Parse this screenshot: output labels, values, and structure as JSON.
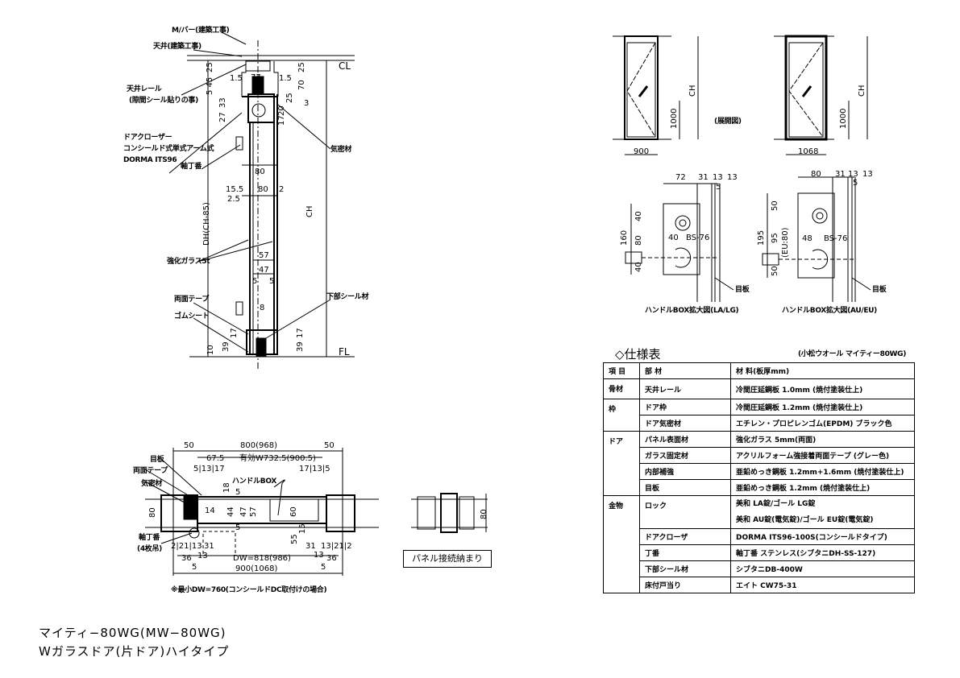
{
  "title": {
    "line1": "マイティ−80WG(MW−80WG)",
    "line2": "Wガラスドア(片ドア)ハイタイプ"
  },
  "section": {
    "mbar": "M/バー(建築工事)",
    "ceiling": "天井(建築工事)",
    "rail": "天井レール",
    "rail_note": "(隙間シール貼りの事)",
    "closer": "ドアクローザー",
    "closer_type": "コンシールド式単式アーム式",
    "closer_model": "DORMA ITS96",
    "hinge": "軸丁番",
    "seal": "気密材",
    "glass": "強化ガラス5t",
    "tape": "両面テープ",
    "rubber": "ゴムシート",
    "bottom_seal": "下部シール材",
    "cl": "CL",
    "fl": "FL",
    "ch": "CH",
    "dh": "DH(CH-85)",
    "dims": [
      "25",
      "25",
      "1.5",
      "77",
      "1.5",
      "70",
      "5 45",
      "25",
      "33",
      "27",
      "20",
      "17",
      "3",
      "80",
      "15.5",
      "80",
      "2",
      "2.5",
      "57",
      "47",
      "5",
      "5",
      "8",
      "17",
      "39",
      "10",
      "17",
      "39"
    ]
  },
  "plan": {
    "plate": "目板",
    "tape": "両面テープ",
    "seal": "気密材",
    "handle_box": "ハンドルBOX",
    "hinge": "軸丁番",
    "hinge_note": "(4枚吊)",
    "w_total": "800(968)",
    "w_side_l": "50",
    "w_side_r": "50",
    "w_675": "67.5",
    "w_eff": "有効W732.5(900.5)",
    "d_l": "5|13|17",
    "d_r": "17|13|5",
    "d_18": "18",
    "d_80": "80",
    "d_14": "14",
    "d_44": "44",
    "d_47": "47",
    "d_57": "57",
    "d_60": "60",
    "d_5a": "5",
    "d_5b": "5",
    "d_55": "55",
    "d_15": "15",
    "d_b_l": "2|21|13",
    "d_31l": "31",
    "d_31r": "31",
    "d_b_r": "13|21|2",
    "d_36l": "36",
    "d_13l": "13",
    "dw": "DW=818(986)",
    "d_13r": "13",
    "d_36r": "36",
    "d_5l": "5",
    "d_5r": "5",
    "w_outer": "900(1068)",
    "note": "※最小DW=760(コンシールドDC取付けの場合)"
  },
  "joint": {
    "label": "パネル接続納まり",
    "d_80": "80"
  },
  "elevation": {
    "caption": "(展開図)",
    "left_width": "900",
    "right_width": "1068",
    "ch": "CH",
    "handle_h": "1000"
  },
  "handle_box": {
    "la": {
      "caption": "ハンドルBOX拡大図(LA/LG)",
      "d": [
        "72",
        "31",
        "13",
        "13",
        "5",
        "40",
        "80",
        "40",
        "160",
        "40",
        "BS-76"
      ],
      "plate": "目板"
    },
    "au": {
      "caption": "ハンドルBOX拡大図(AU/EU)",
      "d": [
        "80",
        "31",
        "13",
        "13",
        "5",
        "50",
        "95",
        "50",
        "195",
        "(EU:80)",
        "48",
        "BS-76"
      ],
      "plate": "目板"
    }
  },
  "spec": {
    "heading": "◇仕様表",
    "subtitle": "(小松ウオール マイティー80WG)",
    "columns": [
      "項 目",
      "部 材",
      "材 料(板厚mm)"
    ],
    "rows": [
      {
        "cat": "骨材",
        "part": "天井レール",
        "mat": "冷間圧延鋼板 1.0mm (焼付塗装仕上)"
      },
      {
        "cat": "枠",
        "part": "ドア枠",
        "mat": "冷間圧延鋼板 1.2mm (焼付塗装仕上)"
      },
      {
        "cat": "",
        "part": "ドア気密材",
        "mat": "エチレン・プロピレンゴム(EPDM) ブラック色"
      },
      {
        "cat": "ドア",
        "part": "パネル表面材",
        "mat": "強化ガラス 5mm(両面)"
      },
      {
        "cat": "",
        "part": "ガラス固定材",
        "mat": "アクリルフォーム強接着両面テープ (グレー色)"
      },
      {
        "cat": "",
        "part": "内部補強",
        "mat": "亜鉛めっき鋼板 1.2mm+1.6mm (焼付塗装仕上)"
      },
      {
        "cat": "",
        "part": "目板",
        "mat": "亜鉛めっき鋼板 1.2mm (焼付塗装仕上)"
      },
      {
        "cat": "金物",
        "part": "ロック",
        "mat": "美和 LA錠/ゴール LG錠",
        "mat2": "美和 AU錠(電気錠)/ゴール EU錠(電気錠)"
      },
      {
        "cat": "",
        "part": "ドアクローザ",
        "mat": "DORMA ITS96-100S(コンシールドタイプ)"
      },
      {
        "cat": "",
        "part": "丁番",
        "mat": "軸丁番 ステンレス(シブタニDH-SS-127)"
      },
      {
        "cat": "",
        "part": "下部シール材",
        "mat": "シブタニDB-400W"
      },
      {
        "cat": "",
        "part": "床付戸当り",
        "mat": "エイト CW75-31"
      }
    ]
  }
}
